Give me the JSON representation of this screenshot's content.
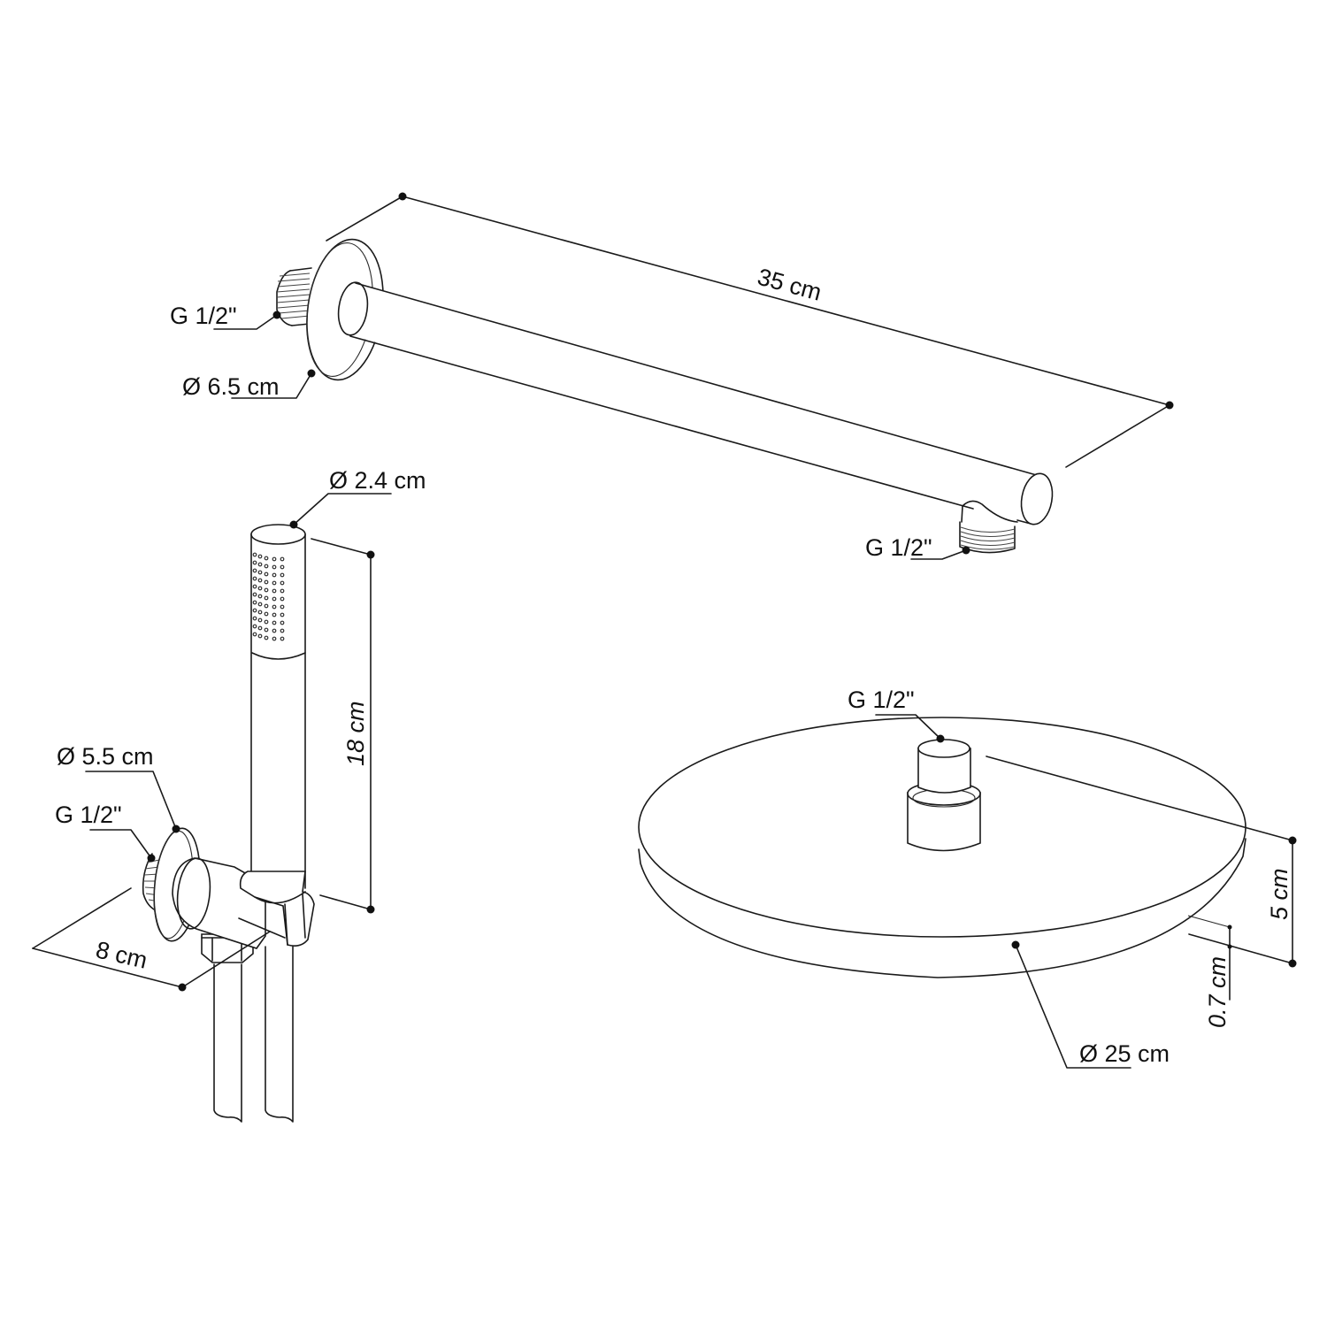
{
  "drawing": {
    "colors": {
      "line": "#1a1a1a",
      "background": "#ffffff",
      "marker": "#111111"
    },
    "shower_arm": {
      "length_label": "35 cm",
      "wall_thread_label": "G 1/2\"",
      "flange_diameter_label": "Ø 6.5 cm",
      "outlet_thread_label": "G 1/2\""
    },
    "hand_shower": {
      "head_diameter_label": "Ø 2.4 cm",
      "length_label": "18 cm"
    },
    "wall_outlet_bracket": {
      "flange_diameter_label": "Ø 5.5 cm",
      "thread_label": "G 1/2\"",
      "depth_label": "8 cm"
    },
    "rain_shower_head": {
      "connection_thread_label": "G 1/2\"",
      "total_height_label": "5 cm",
      "plate_thickness_label": "0.7 cm",
      "diameter_label": "Ø 25 cm"
    }
  }
}
